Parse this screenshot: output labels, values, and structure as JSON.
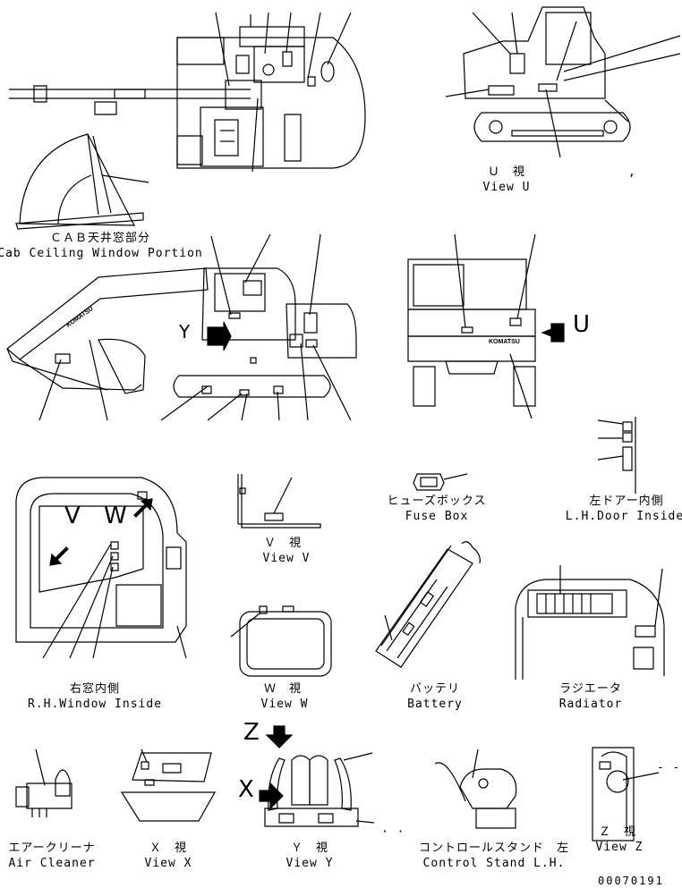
{
  "views": {
    "cab_ceiling": {
      "jp": "ＣＡＢ天井窓部分",
      "en": "Cab Ceiling Window Portion"
    },
    "view_u": {
      "jp": "Ｕ　視",
      "en": "View U"
    },
    "fuse_box": {
      "jp": "ヒューズボックス",
      "en": "Fuse Box"
    },
    "lh_door": {
      "jp": "左ドアー内側",
      "en": "L.H.Door Inside"
    },
    "view_v": {
      "jp": "Ｖ　視",
      "en": "View V"
    },
    "rh_window": {
      "jp": "右窓内側",
      "en": "R.H.Window Inside"
    },
    "view_w": {
      "jp": "Ｗ　視",
      "en": "View W"
    },
    "battery": {
      "jp": "バッテリ",
      "en": "Battery"
    },
    "radiator": {
      "jp": "ラジエータ",
      "en": "Radiator"
    },
    "air_cleaner": {
      "jp": "エアークリーナ",
      "en": "Air Cleaner"
    },
    "view_x": {
      "jp": "Ｘ　視",
      "en": "View X"
    },
    "view_y": {
      "jp": "Ｙ　視",
      "en": "View Y"
    },
    "control_stand": {
      "jp": "コントロールスタンド　左",
      "en": "Control Stand L.H."
    },
    "view_z": {
      "jp": "Ｚ　視",
      "en": "View Z"
    }
  },
  "markers": {
    "u": "U",
    "v": "V",
    "w": "W",
    "x": "X",
    "z": "Z",
    "y": "Y"
  },
  "brand": "KOMATSU",
  "document_number": "00070191"
}
